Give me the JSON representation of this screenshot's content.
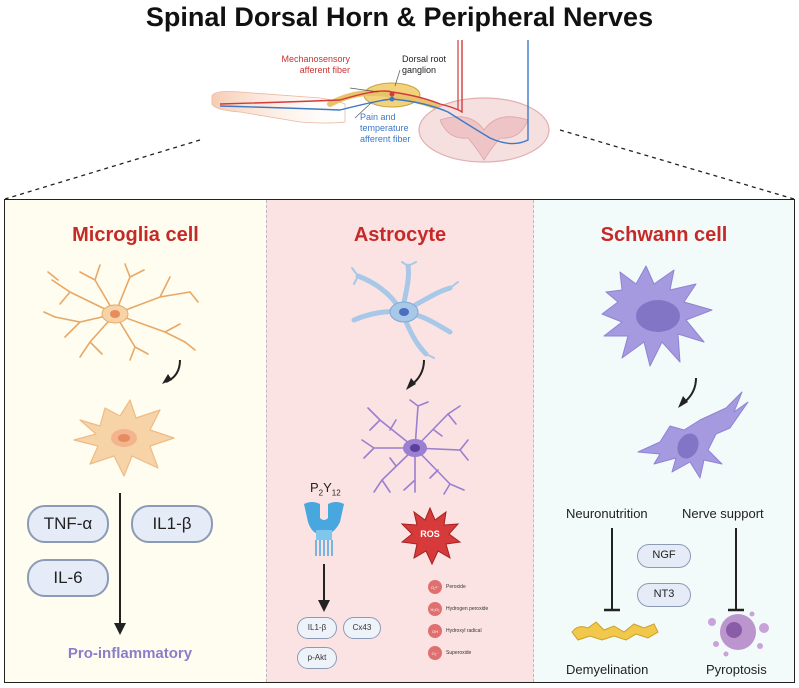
{
  "title": "Spinal Dorsal Horn & Peripheral Nerves",
  "top_diagram": {
    "mechanosensory_label": "Mechanosensory\nafferent fiber",
    "drg_label": "Dorsal root\nganglion",
    "pain_label": "Pain and\ntemperature\nafferent fiber"
  },
  "microglia": {
    "title": "Microglia cell",
    "cytokines": [
      "TNF-α",
      "IL1-β",
      "IL-6"
    ],
    "outcome": "Pro-inflammatory"
  },
  "astrocyte": {
    "title": "Astrocyte",
    "receptor": "P2Y12",
    "receptor_main": "P",
    "receptor_sub1": "2",
    "receptor_mid": "Y",
    "receptor_sub2": "12",
    "ros_label": "ROS",
    "ros_items": [
      {
        "symbol": "O₂²⁻",
        "name": "Peroxide"
      },
      {
        "symbol": "H₂O₂",
        "name": "Hydrogen peroxide"
      },
      {
        "symbol": "OH",
        "name": "Hydroxyl radical"
      },
      {
        "symbol": "O₂⁻",
        "name": "Superoxide"
      }
    ],
    "products": [
      "IL1-β",
      "Cx43",
      "p-Akt"
    ]
  },
  "schwann": {
    "title": "Schwann cell",
    "neuronutrition": "Neuronutrition",
    "nerve_support": "Nerve support",
    "factors": [
      "NGF",
      "NT3"
    ],
    "demyelination": "Demyelination",
    "pyroptosis": "Pyroptosis"
  },
  "colors": {
    "title_red": "#c62a28",
    "purple_text": "#8b7ec8",
    "microglia_fill": "#f7d3a8",
    "astrocyte_fill": "#a8c8e8",
    "schwann_fill": "#a59ae0",
    "pill_border": "#8c9bb5",
    "pill_fill": "#e6ecf7"
  }
}
